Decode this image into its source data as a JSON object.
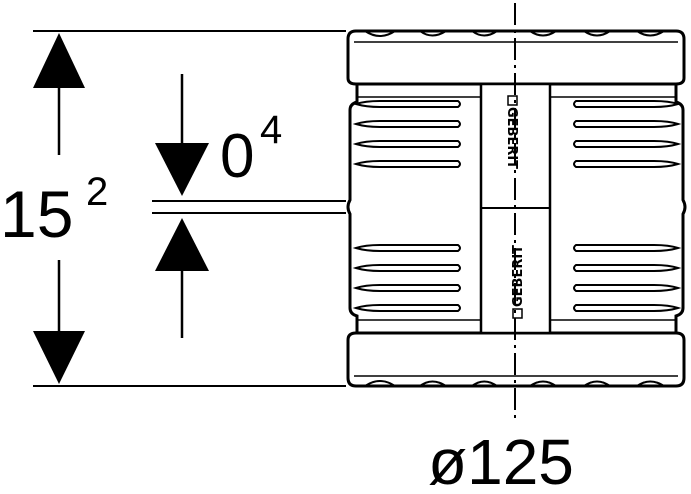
{
  "dimensions": {
    "height": {
      "value": "15",
      "superscript": "2"
    },
    "gap": {
      "value": "0",
      "superscript": "4"
    },
    "diameter": "ø125"
  },
  "brand": {
    "name": "GEBERIT"
  }
}
